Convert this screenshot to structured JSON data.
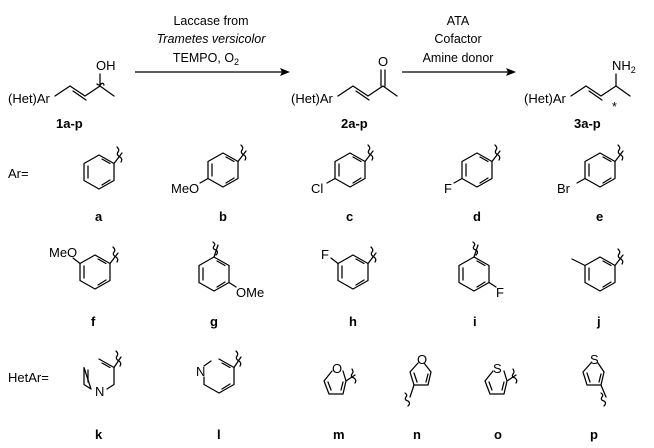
{
  "reaction": {
    "start_group": "(Het)Ar",
    "compound1_label": "1a-p",
    "compound1_oh": "OH",
    "step1_line1": "Laccase from",
    "step1_line2": "Trametes versicolor",
    "step1_line3": "TEMPO, O",
    "step1_sub": "2",
    "compound2_group": "(Het)Ar",
    "compound2_o": "O",
    "compound2_label": "2a-p",
    "step2_line1": "ATA",
    "step2_line2": "Cofactor",
    "step2_line3": "Amine donor",
    "compound3_group": "(Het)Ar",
    "compound3_nh": "NH",
    "compound3_sub": "2",
    "compound3_star": "*",
    "compound3_label": "3a-p"
  },
  "row1": {
    "prefix": "Ar=",
    "items": [
      {
        "letter": "a",
        "substituent": ""
      },
      {
        "letter": "b",
        "substituent": "MeO"
      },
      {
        "letter": "c",
        "substituent": "Cl"
      },
      {
        "letter": "d",
        "substituent": "F"
      },
      {
        "letter": "e",
        "substituent": "Br"
      }
    ]
  },
  "row2": {
    "items": [
      {
        "letter": "f",
        "substituent": "MeO"
      },
      {
        "letter": "g",
        "substituent": "OMe"
      },
      {
        "letter": "h",
        "substituent": "F"
      },
      {
        "letter": "i",
        "substituent": "F"
      },
      {
        "letter": "j",
        "substituent": ""
      }
    ]
  },
  "row3": {
    "prefix": "HetAr=",
    "items": [
      {
        "letter": "k",
        "heteroatom": "N"
      },
      {
        "letter": "l",
        "heteroatom": "N"
      },
      {
        "letter": "m",
        "heteroatom": "O"
      },
      {
        "letter": "n",
        "heteroatom": "O"
      },
      {
        "letter": "o",
        "heteroatom": "S"
      },
      {
        "letter": "p",
        "heteroatom": "S"
      }
    ]
  }
}
